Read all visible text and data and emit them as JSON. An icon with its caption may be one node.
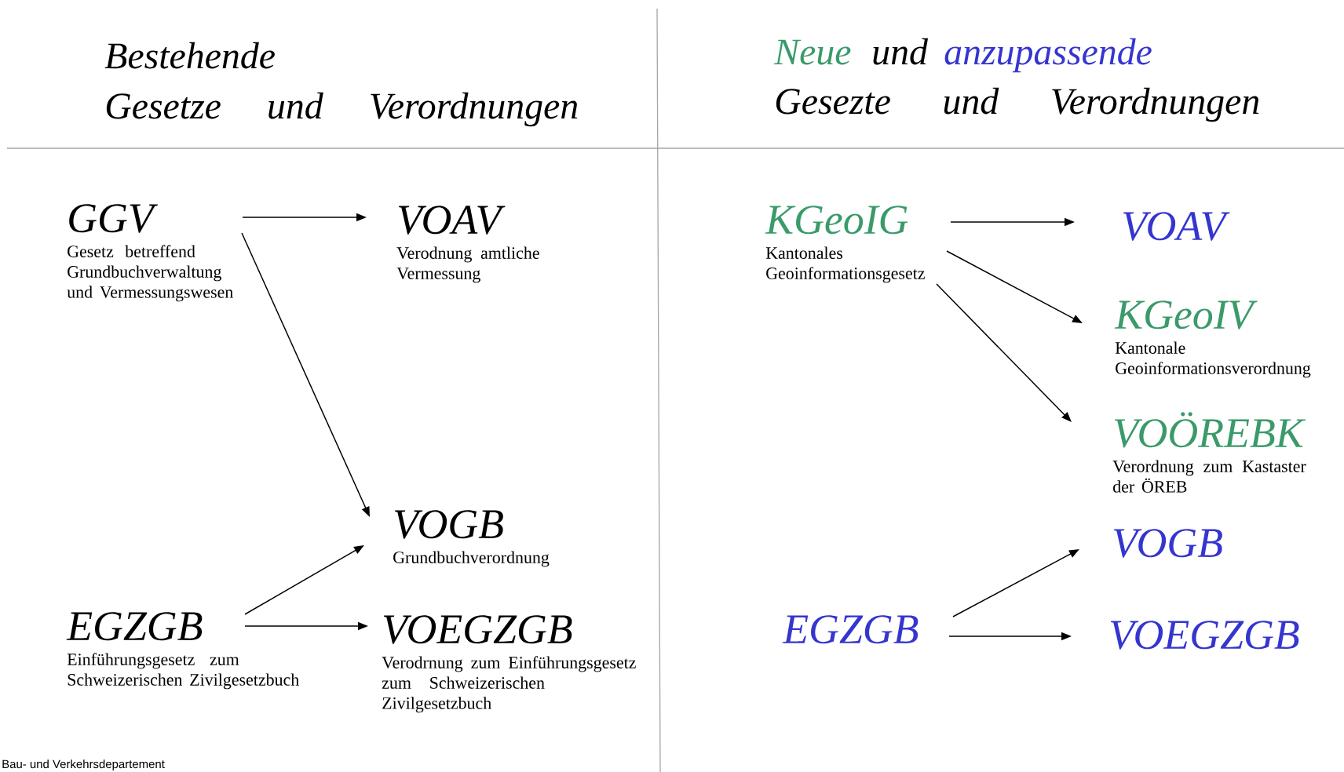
{
  "diagram": {
    "nodes": [
      {
        "text": [
          "GGV",
          "Gesetz betreffend Grundbuchverwaltung und Vermessungswesen"
        ]
      },
      {
        "text": [
          "VOAV",
          "Verodnung amtliche Vermessung"
        ]
      },
      {
        "text": [
          "VOGB",
          "Grundbuchverordnung"
        ]
      },
      {
        "text": [
          "EGZGB",
          "Einführungsgesetz zum Schweizerischen Zivilgesetzbuch"
        ]
      },
      {
        "text": [
          "VOEGZGB",
          "Verodrnung zum Einführungsgesetz zum Schweizerischen Zivilgesetzbuch"
        ]
      },
      {
        "text": [
          "KGeoIG",
          "Kantonales Geoinformationsgesetz"
        ]
      },
      {
        "text": [
          "VOAV"
        ]
      },
      {
        "text": [
          "KGeoIV",
          "Kantonale Geoinformationsverordnung"
        ]
      },
      {
        "text": [
          "VOÖREBK",
          "Verordnung zum Kastaster der ÖREB"
        ]
      },
      {
        "text": [
          "VOGB"
        ]
      },
      {
        "text": [
          "EGZGB"
        ]
      },
      {
        "text": [
          "VOEGZGB"
        ]
      }
    ],
    "edges": [
      {
        "from": 0,
        "to": 1,
        "arrow": "to"
      },
      {
        "from": 0,
        "to": 2,
        "arrow": "to"
      },
      {
        "from": 3,
        "to": 2,
        "arrow": "to"
      },
      {
        "from": 3,
        "to": 4,
        "arrow": "to"
      },
      {
        "from": 5,
        "to": 6,
        "arrow": "to"
      },
      {
        "from": 5,
        "to": 7,
        "arrow": "to"
      },
      {
        "from": 5,
        "to": 8,
        "arrow": "to"
      },
      {
        "from": 10,
        "to": 9,
        "arrow": "to"
      },
      {
        "from": 10,
        "to": 11,
        "arrow": "to"
      }
    ],
    "labels": [
      "Bestehende",
      "Gesetze und Verordnungen",
      "Neue",
      "und",
      "anzupassende",
      "Gesezte und Verordnungen",
      "Bau- und Verkehrsdepartement"
    ]
  }
}
